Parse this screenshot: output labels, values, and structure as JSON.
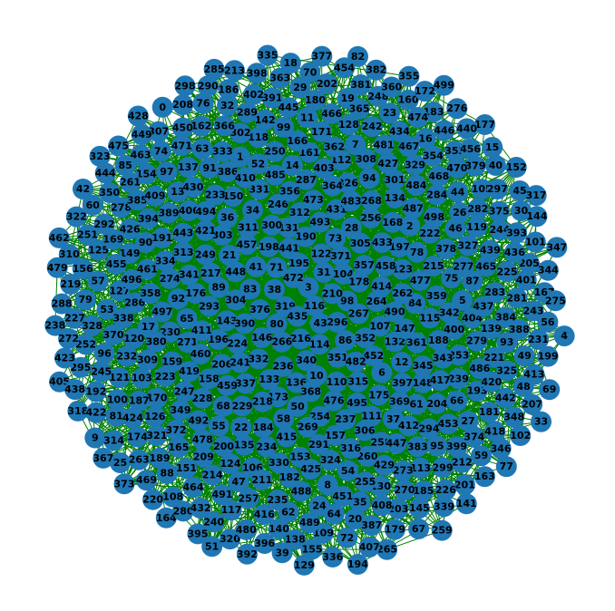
{
  "graph": {
    "node_color": "#1f77b4",
    "edge_color": "#008000",
    "label_color": "#000000",
    "background": "#ffffff",
    "node_count": 500,
    "nodes": [
      "0",
      "1",
      "2",
      "3",
      "4",
      "5",
      "6",
      "7",
      "8",
      "9",
      "10",
      "11",
      "12",
      "13",
      "14",
      "15",
      "16",
      "17",
      "18",
      "19",
      "20",
      "21",
      "22",
      "23",
      "24",
      "25",
      "26",
      "27",
      "28",
      "29",
      "30",
      "31",
      "32",
      "33",
      "34",
      "35",
      "36",
      "37",
      "38",
      "39",
      "40",
      "41",
      "42",
      "43",
      "44",
      "45",
      "46",
      "47",
      "48",
      "49",
      "50",
      "51",
      "52",
      "53",
      "54",
      "55",
      "56",
      "57",
      "58",
      "59",
      "60",
      "61",
      "62",
      "63",
      "64",
      "65",
      "66",
      "67",
      "68",
      "69",
      "70",
      "71",
      "72",
      "73",
      "74",
      "75",
      "76",
      "77",
      "78",
      "79",
      "80",
      "81",
      "82",
      "83",
      "84",
      "85",
      "86",
      "87",
      "88",
      "89",
      "90",
      "91",
      "92",
      "93",
      "94",
      "95",
      "96",
      "97",
      "98",
      "99",
      "100",
      "101",
      "102",
      "103",
      "104",
      "105",
      "106",
      "107",
      "108",
      "109",
      "110",
      "111",
      "112",
      "113",
      "114",
      "115",
      "116",
      "117",
      "118",
      "119",
      "120",
      "121",
      "122",
      "123",
      "124",
      "125",
      "126",
      "127",
      "128",
      "129",
      "130",
      "131",
      "132",
      "133",
      "134",
      "135",
      "136",
      "137",
      "138",
      "139",
      "140",
      "141",
      "142",
      "143",
      "144",
      "145",
      "146",
      "147",
      "148",
      "149",
      "150",
      "151",
      "152",
      "153",
      "154",
      "155",
      "156",
      "157",
      "158",
      "159",
      "160",
      "161",
      "162",
      "163",
      "164",
      "165",
      "166",
      "167",
      "168",
      "169",
      "170",
      "171",
      "172",
      "173",
      "174",
      "175",
      "176",
      "177",
      "178",
      "179",
      "180",
      "181",
      "182",
      "183",
      "184",
      "185",
      "186",
      "187",
      "188",
      "189",
      "190",
      "191",
      "192",
      "193",
      "194",
      "195",
      "196",
      "197",
      "198",
      "199",
      "200",
      "201",
      "202",
      "203",
      "204",
      "205",
      "206",
      "207",
      "208",
      "209",
      "210",
      "211",
      "212",
      "213",
      "214",
      "215",
      "216",
      "217",
      "218",
      "219",
      "220",
      "221",
      "222",
      "223",
      "224",
      "225",
      "226",
      "227",
      "228",
      "229",
      "230",
      "231",
      "232",
      "233",
      "234",
      "235",
      "236",
      "237",
      "238",
      "239",
      "240",
      "241",
      "242",
      "243",
      "244",
      "245",
      "246",
      "247",
      "248",
      "249",
      "250",
      "251",
      "252",
      "253",
      "254",
      "255",
      "256",
      "257",
      "258",
      "259",
      "260",
      "261",
      "262",
      "263",
      "264",
      "265",
      "266",
      "267",
      "268",
      "269",
      "270",
      "271",
      "272",
      "273",
      "274",
      "275",
      "276",
      "277",
      "278",
      "279",
      "280",
      "281",
      "282",
      "283",
      "284",
      "285",
      "286",
      "287",
      "288",
      "289",
      "290",
      "291",
      "292",
      "293",
      "294",
      "295",
      "296",
      "297",
      "298",
      "299",
      "300",
      "301",
      "302",
      "303",
      "304",
      "305",
      "306",
      "307",
      "308",
      "309",
      "310",
      "311",
      "312",
      "313",
      "314",
      "315",
      "316",
      "317",
      "318",
      "319",
      "320",
      "321",
      "322",
      "323",
      "324",
      "325",
      "326",
      "327",
      "328",
      "329",
      "330",
      "331",
      "332",
      "333",
      "334",
      "335",
      "336",
      "337",
      "338",
      "339",
      "340",
      "341",
      "342",
      "343",
      "344",
      "345",
      "346",
      "347",
      "348",
      "349",
      "350",
      "351",
      "352",
      "353",
      "354",
      "355",
      "356",
      "357",
      "358",
      "359",
      "360",
      "361",
      "362",
      "363",
      "364",
      "365",
      "366",
      "367",
      "368",
      "369",
      "370",
      "371",
      "372",
      "373",
      "374",
      "375",
      "376",
      "377",
      "378",
      "379",
      "380",
      "381",
      "382",
      "383",
      "384",
      "385",
      "386",
      "387",
      "388",
      "389",
      "390",
      "391",
      "392",
      "393",
      "394",
      "395",
      "396",
      "397",
      "398",
      "399",
      "400",
      "401",
      "402",
      "403",
      "404",
      "405",
      "406",
      "407",
      "408",
      "409",
      "410",
      "411",
      "412",
      "413",
      "414",
      "415",
      "416",
      "417",
      "418",
      "419",
      "420",
      "421",
      "422",
      "423",
      "424",
      "425",
      "426",
      "427",
      "428",
      "429",
      "430",
      "431",
      "432",
      "433",
      "434",
      "435",
      "436",
      "437",
      "438",
      "439",
      "440",
      "441",
      "442",
      "443",
      "444",
      "445",
      "446",
      "447",
      "448",
      "449",
      "450",
      "451",
      "452",
      "453",
      "454",
      "455",
      "456",
      "457",
      "458",
      "459",
      "460",
      "461",
      "462",
      "463",
      "464",
      "465",
      "466",
      "467",
      "468",
      "469",
      "470",
      "471",
      "472",
      "473",
      "474",
      "475",
      "476",
      "477",
      "478",
      "479",
      "480",
      "481",
      "482",
      "483",
      "484",
      "485",
      "486",
      "487",
      "488",
      "489",
      "490",
      "491",
      "492",
      "493",
      "494",
      "495",
      "496",
      "497",
      "498",
      "499"
    ]
  }
}
